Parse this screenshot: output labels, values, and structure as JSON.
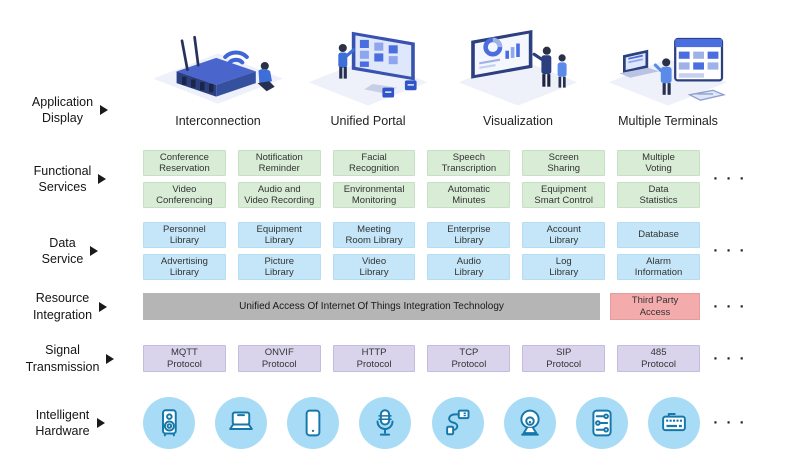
{
  "ellipsis": "· · ·",
  "row_labels": {
    "application_display": "Application\nDisplay",
    "functional_services": "Functional\nServices",
    "data_service": "Data\nService",
    "resource_integration": "Resource\nIntegration",
    "signal_transmission": "Signal\nTransmission",
    "intelligent_hardware": "Intelligent\nHardware"
  },
  "application_display": {
    "items": [
      {
        "label": "Interconnection",
        "icon": "router-wifi-illustration"
      },
      {
        "label": "Unified Portal",
        "icon": "portal-screen-illustration"
      },
      {
        "label": "Visualization",
        "icon": "dashboard-charts-illustration"
      },
      {
        "label": "Multiple Terminals",
        "icon": "multi-device-illustration"
      }
    ]
  },
  "functional_services": {
    "row1": [
      "Conference\nReservation",
      "Notification\nReminder",
      "Facial\nRecognition",
      "Speech\nTranscription",
      "Screen\nSharing",
      "Multiple\nVoting"
    ],
    "row2": [
      "Video\nConferencing",
      "Audio and\nVideo Recording",
      "Environmental\nMonitoring",
      "Automatic\nMinutes",
      "Equipment\nSmart Control",
      "Data\nStatistics"
    ]
  },
  "data_service": {
    "row1": [
      "Personnel\nLibrary",
      "Equipment\nLibrary",
      "Meeting\nRoom Library",
      "Enterprise\nLibrary",
      "Account\nLibrary",
      "Database"
    ],
    "row2": [
      "Advertising\nLibrary",
      "Picture\nLibrary",
      "Video\nLibrary",
      "Audio\nLibrary",
      "Log\nLibrary",
      "Alarm\nInformation"
    ]
  },
  "resource_integration": {
    "bar": "Unified Access Of Internet Of Things Integration Technology",
    "third_party": "Third Party\nAccess"
  },
  "signal_transmission": {
    "items": [
      "MQTT\nProtocol",
      "ONVIF\nProtocol",
      "HTTP\nProtocol",
      "TCP\nProtocol",
      "SIP\nProtocol",
      "485\nProtocol"
    ]
  },
  "intelligent_hardware": {
    "icons": [
      "speaker",
      "laptop",
      "tablet",
      "microphone",
      "usb-cable",
      "webcam",
      "server",
      "keyboard"
    ]
  },
  "colors": {
    "functional_green": "#d8ecd6",
    "data_blue": "#c4e6f8",
    "resource_gray": "#b5b5b5",
    "third_party_pink": "#f3abab",
    "signal_purple": "#d9d4ec",
    "hardware_circle_blue": "#a8dcf6",
    "hardware_icon_stroke": "#1577aa",
    "illustration_blue": "#4a6ee0"
  }
}
